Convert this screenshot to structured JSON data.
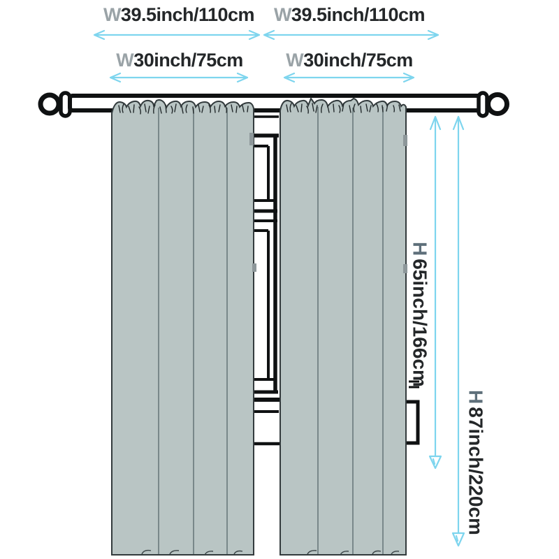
{
  "dimensions": {
    "full_width_left": {
      "prefix": "W",
      "value": "39.5inch/110cm"
    },
    "full_width_right": {
      "prefix": "W",
      "value": "39.5inch/110cm"
    },
    "panel_width_left": {
      "prefix": "W",
      "value": "30inch/75cm"
    },
    "panel_width_right": {
      "prefix": "W",
      "value": "30inch/75cm"
    },
    "height_inner": {
      "prefix": "H",
      "value": "65inch/166cm"
    },
    "height_outer": {
      "prefix": "H",
      "value": "87inch/220cm"
    }
  },
  "icons": {
    "width_arrow": "double-headed-horizontal-arrow",
    "height_arrow": "double-headed-vertical-arrow",
    "rod_finial": "ball-finial"
  },
  "colors": {
    "background": "#ffffff",
    "curtain_fill": "#b9c5c4",
    "curtain_outline": "#333b3d",
    "fold_line": "#5e6e71",
    "line_dark": "#0f1112",
    "arrow": "#7ed5ee",
    "prefix_w": "#9aa3a7",
    "prefix_h": "#5e6f7a",
    "text_dark": "#242729",
    "frame_tab": "#8d979a"
  }
}
